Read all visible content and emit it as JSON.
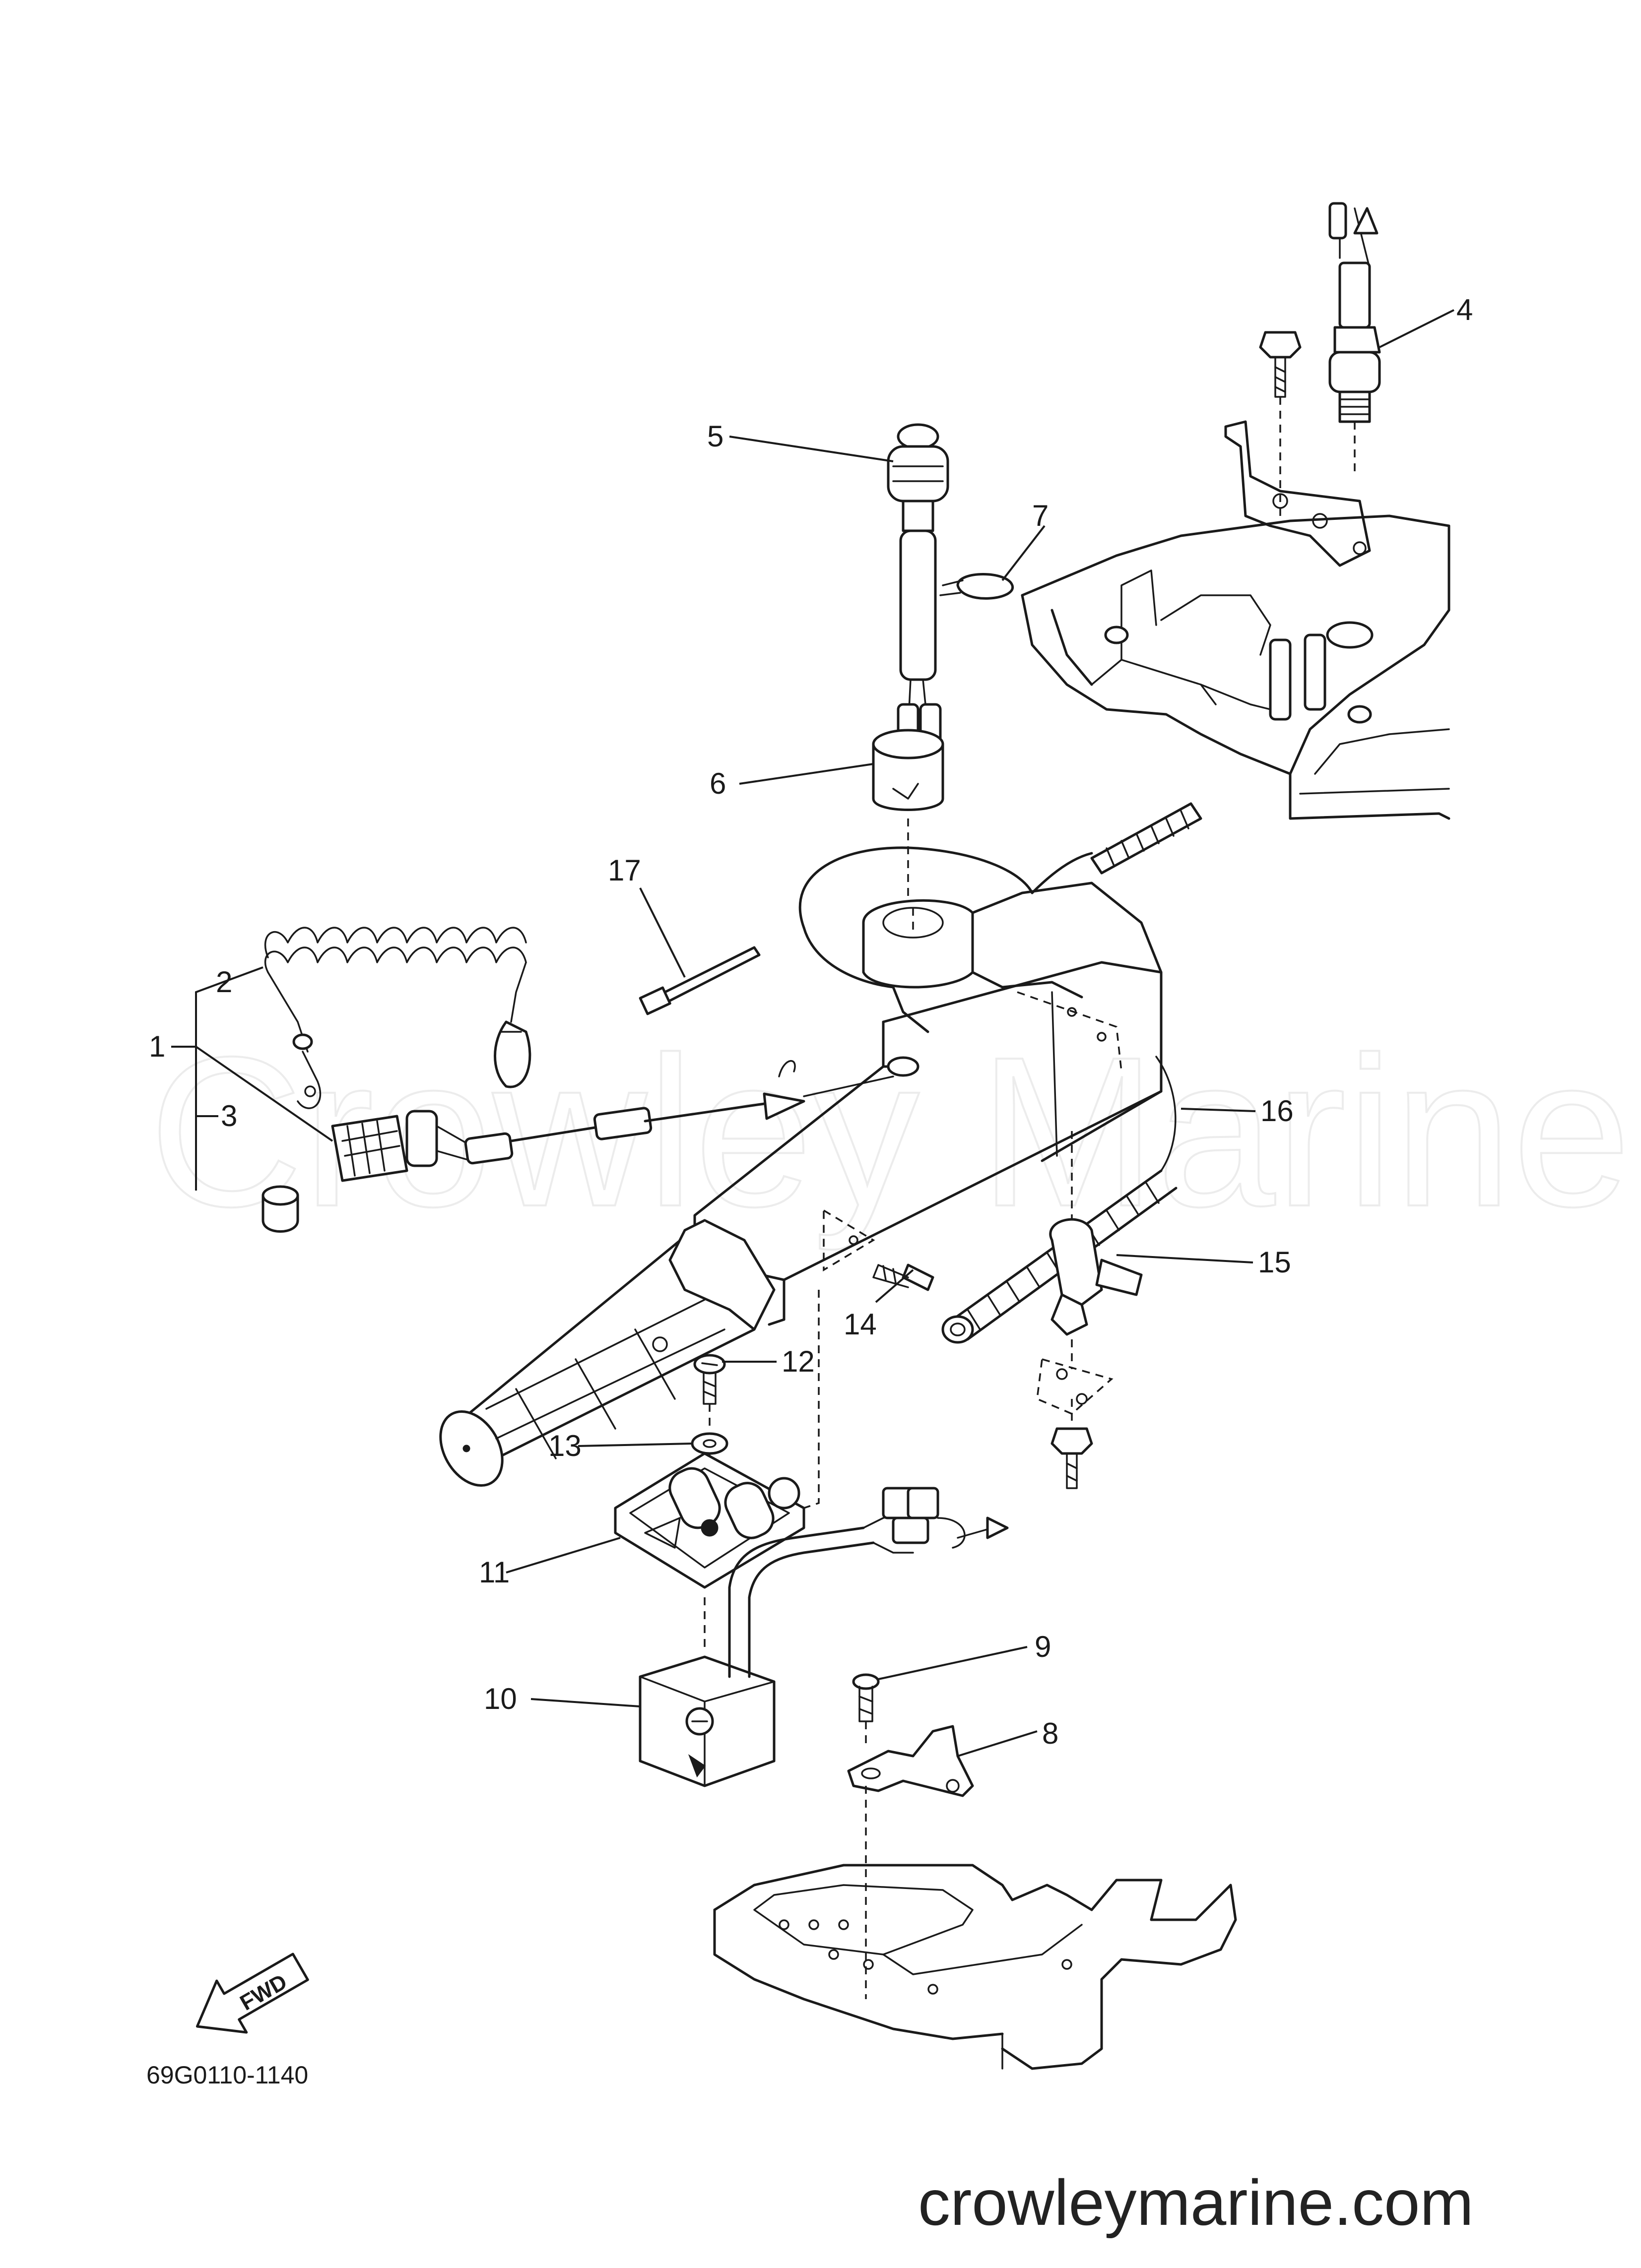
{
  "diagram": {
    "watermark": "Crowley Marine",
    "part_code": "69G0110-1140",
    "website": "crowleymarine.com",
    "fwd_label": "FWD",
    "callouts": [
      "1",
      "2",
      "3",
      "4",
      "5",
      "6",
      "7",
      "8",
      "9",
      "10",
      "11",
      "12",
      "13",
      "14",
      "15",
      "16",
      "17"
    ]
  },
  "colors": {
    "line": "#1a1a1a",
    "background": "#ffffff",
    "watermark": "#ececec"
  }
}
